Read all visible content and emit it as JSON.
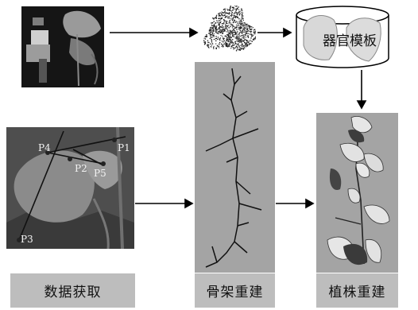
{
  "template_cylinder_label": "器官模板",
  "points": [
    {
      "id": "p4",
      "text": "P4"
    },
    {
      "id": "p2",
      "text": "P2"
    },
    {
      "id": "p5",
      "text": "P5"
    },
    {
      "id": "p1",
      "text": "P1"
    },
    {
      "id": "p3",
      "text": "P3"
    }
  ],
  "stage_labels": {
    "acquisition": "数据获取",
    "skeleton": "骨架重建",
    "plant": "植株重建"
  },
  "colors": {
    "panel_gray": "#a4a4a4",
    "label_gray": "#bdbdbd",
    "arrow": "#000000"
  }
}
